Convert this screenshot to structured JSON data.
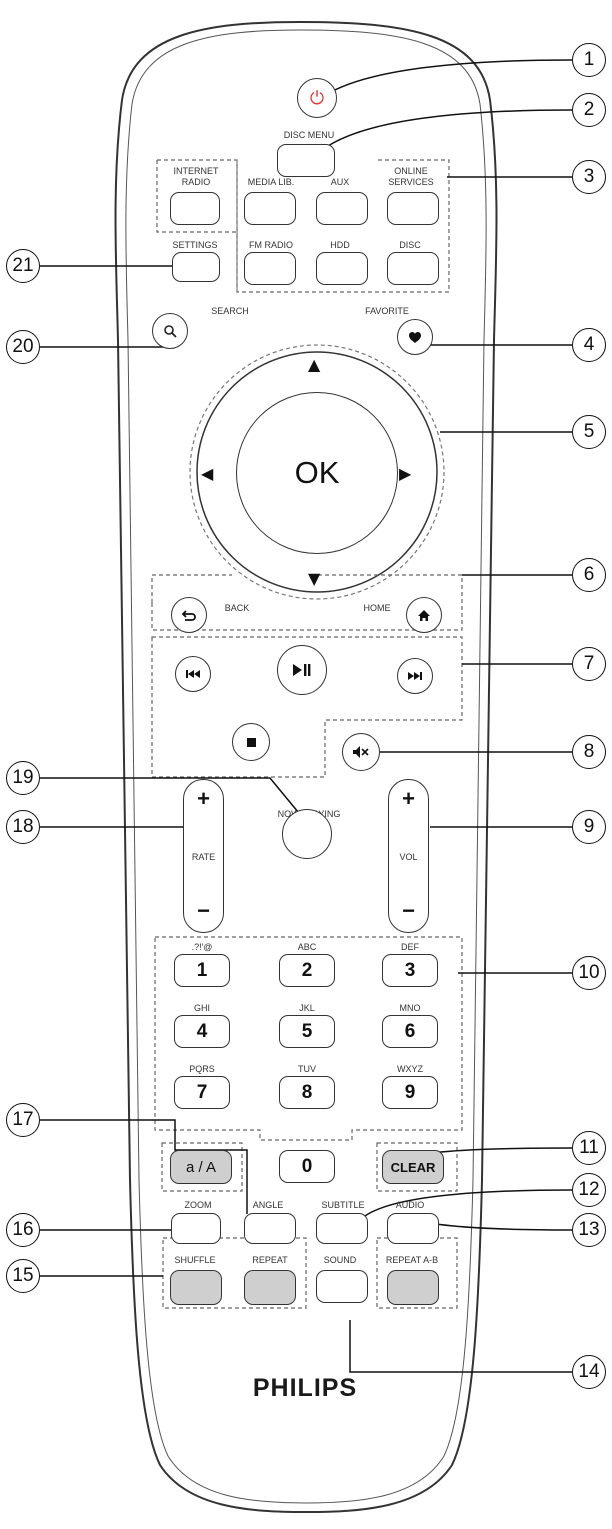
{
  "brand": "PHILIPS",
  "buttons": {
    "power": "⏻",
    "disc_menu": "DISC MENU",
    "internet_radio_a": "INTERNET",
    "internet_radio_b": "RADIO",
    "media_lib": "MEDIA LIB.",
    "aux": "AUX",
    "online_services_a": "ONLINE",
    "online_services_b": "SERVICES",
    "settings": "SETTINGS",
    "fm_radio": "FM RADIO",
    "hdd": "HDD",
    "disc": "DISC",
    "search": "SEARCH",
    "favorite": "FAVORITE",
    "ok": "OK",
    "back": "BACK",
    "home": "HOME",
    "now_playing": "NOW PLAYING",
    "rate": "RATE",
    "vol": "VOL",
    "plus": "+",
    "minus": "−",
    "case": "a / A",
    "clear": "CLEAR",
    "zoom": "ZOOM",
    "angle": "ANGLE",
    "subtitle": "SUBTITLE",
    "audio": "AUDIO",
    "shuffle": "SHUFFLE",
    "repeat": "REPEAT",
    "sound": "SOUND",
    "repeat_ab": "REPEAT A-B"
  },
  "keypad": [
    {
      "digit": "1",
      "letters": ".?!'@"
    },
    {
      "digit": "2",
      "letters": "ABC"
    },
    {
      "digit": "3",
      "letters": "DEF"
    },
    {
      "digit": "4",
      "letters": "GHI"
    },
    {
      "digit": "5",
      "letters": "JKL"
    },
    {
      "digit": "6",
      "letters": "MNO"
    },
    {
      "digit": "7",
      "letters": "PQRS"
    },
    {
      "digit": "8",
      "letters": "TUV"
    },
    {
      "digit": "9",
      "letters": "WXYZ"
    },
    {
      "digit": "0",
      "letters": ""
    }
  ],
  "callouts": [
    "1",
    "2",
    "3",
    "4",
    "5",
    "6",
    "7",
    "8",
    "9",
    "10",
    "11",
    "12",
    "13",
    "14",
    "15",
    "16",
    "17",
    "18",
    "19",
    "20",
    "21"
  ],
  "icons": {
    "search": "search-icon",
    "favorite": "heart-icon",
    "back": "back-arrow-icon",
    "home": "home-icon",
    "prev": "skip-previous-icon",
    "play_pause": "play-pause-icon",
    "next": "skip-next-icon",
    "stop": "stop-icon",
    "mute": "mute-icon"
  },
  "colors": {
    "power": "#e53935",
    "gray_button": "#cfcfcf",
    "line": "#333333"
  }
}
